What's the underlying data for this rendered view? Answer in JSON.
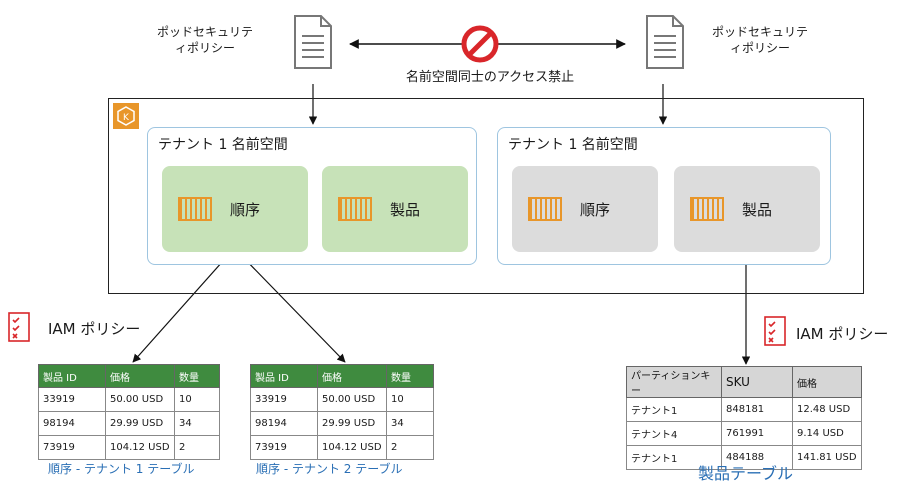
{
  "policy_left": {
    "line1": "ポッドセキュリテ",
    "line2": "ィポリシー"
  },
  "policy_right": {
    "line1": "ポッドセキュリテ",
    "line2": "ィポリシー"
  },
  "cross_ns_label": "名前空間同士のアクセス禁止",
  "namespaces": [
    {
      "title": "テナント 1 名前空間",
      "services": [
        "順序",
        "製品"
      ]
    },
    {
      "title": "テナント 1 名前空間",
      "services": [
        "順序",
        "製品"
      ]
    }
  ],
  "iam_left": "IAM ポリシー",
  "iam_right": "IAM ポリシー",
  "table1": {
    "headers": [
      "製品 ID",
      "価格",
      "数量"
    ],
    "rows": [
      [
        "33919",
        "50.00 USD",
        "10"
      ],
      [
        "98194",
        "29.99 USD",
        "34"
      ],
      [
        "73919",
        "104.12 USD",
        "2"
      ]
    ],
    "caption": "順序 - テナント 1 テーブル"
  },
  "table2": {
    "headers": [
      "製品 ID",
      "価格",
      "数量"
    ],
    "rows": [
      [
        "33919",
        "50.00 USD",
        "10"
      ],
      [
        "98194",
        "29.99 USD",
        "34"
      ],
      [
        "73919",
        "104.12 USD",
        "2"
      ]
    ],
    "caption": "順序 - テナント 2 テーブル"
  },
  "table3": {
    "headers": [
      "パーティションキー",
      "SKU",
      "価格"
    ],
    "rows": [
      [
        "テナント1",
        "848181",
        "12.48 USD"
      ],
      [
        "テナント4",
        "761991",
        "9.14 USD"
      ],
      [
        "テナント1",
        "484188",
        "141.81 USD"
      ]
    ],
    "caption": "製品テーブル"
  },
  "colors": {
    "green_box": "#c7e2b8",
    "gray_box": "#dcdcdc",
    "table_header_green": "#3f8b3f",
    "eks_orange": "#e8962a",
    "no_red": "#d9262a",
    "ns_border": "#9ec5e0"
  },
  "icons": [
    "document-icon",
    "no-entry-icon",
    "eks-icon",
    "container-icon",
    "checklist-icon"
  ]
}
